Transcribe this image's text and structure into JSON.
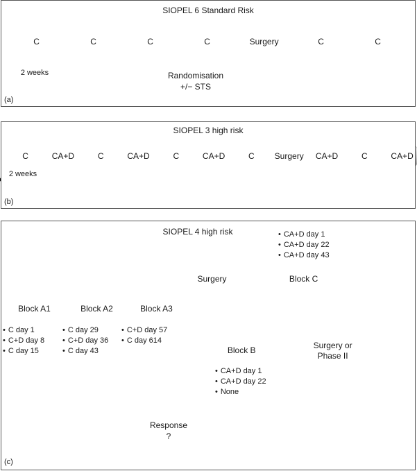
{
  "panel_a": {
    "title": "SIOPEL 6 Standard Risk",
    "label": "(a)",
    "chevrons": [
      "C",
      "C",
      "C",
      "C",
      "Surgery",
      "C",
      "C"
    ],
    "duration": "2 weeks",
    "note_line1": "Randomisation",
    "note_line2": "+/− STS"
  },
  "panel_b": {
    "title": "SIOPEL 3 high risk",
    "label": "(b)",
    "chevrons": [
      "C",
      "CA+D",
      "C",
      "CA+D",
      "C",
      "CA+D",
      "C",
      "Surgery",
      "CA+D",
      "C",
      "CA+D"
    ],
    "duration": "2 weeks"
  },
  "panel_c": {
    "title": "SIOPEL 4 high risk",
    "label": "(c)",
    "blocks_a": [
      "Block A1",
      "Block A2",
      "Block A3"
    ],
    "a1_items": [
      "C day 1",
      "C+D day 8",
      "C day 15"
    ],
    "a2_items": [
      "C day 29",
      "C+D day 36",
      "C day 43"
    ],
    "a3_items": [
      "C+D day 57",
      "C day 614"
    ],
    "surgery": "Surgery",
    "block_c": "Block C",
    "block_c_items": [
      "CA+D day 1",
      "CA+D day 22",
      "CA+D day 43"
    ],
    "block_b": "Block B",
    "block_b_items": [
      "CA+D day 1",
      "CA+D day 22",
      "None"
    ],
    "surgery_phase_line1": "Surgery or",
    "surgery_phase_line2": "Phase II",
    "response_line1": "Response",
    "response_line2": "?"
  }
}
